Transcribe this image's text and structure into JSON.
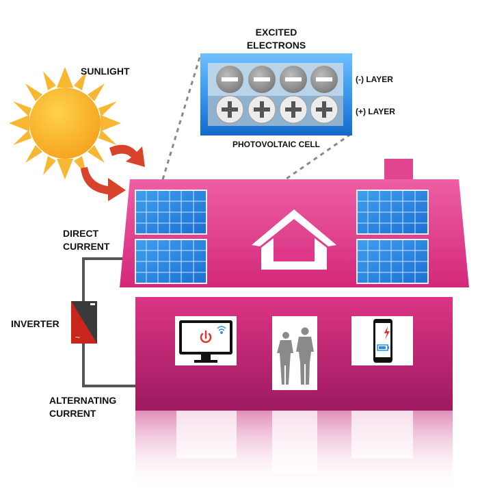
{
  "labels": {
    "excited_electrons_line1": "EXCITED",
    "excited_electrons_line2": "ELECTRONS",
    "sunlight": "SUNLIGHT",
    "negative_layer": "(-) LAYER",
    "positive_layer": "(+) LAYER",
    "photovoltaic_cell": "PHOTOVOLTAIC CELL",
    "direct_current_line1": "DIRECT",
    "direct_current_line2": "CURRENT",
    "inverter": "INVERTER",
    "alternating_current_line1": "ALTERNATING",
    "alternating_current_line2": "CURRENT"
  },
  "colors": {
    "house_pink": "#d9307e",
    "house_pink_dark": "#a51c63",
    "panel_blue": "#2e8fe6",
    "cell_blue": "#1e7fe0",
    "sun_yellow": "#f7b733",
    "arrow_red": "#d8432b",
    "inverter_red": "#c8261c",
    "inverter_dark": "#3a3a3a",
    "wire_gray": "#555555"
  },
  "icons": {
    "sun": "sun-icon",
    "monitor": "monitor-icon",
    "power": "power-icon",
    "wifi": "wifi-icon",
    "phone": "smartphone-icon",
    "battery": "battery-icon",
    "people": "people-silhouette-icon",
    "home_logo": "home-logo-icon"
  }
}
